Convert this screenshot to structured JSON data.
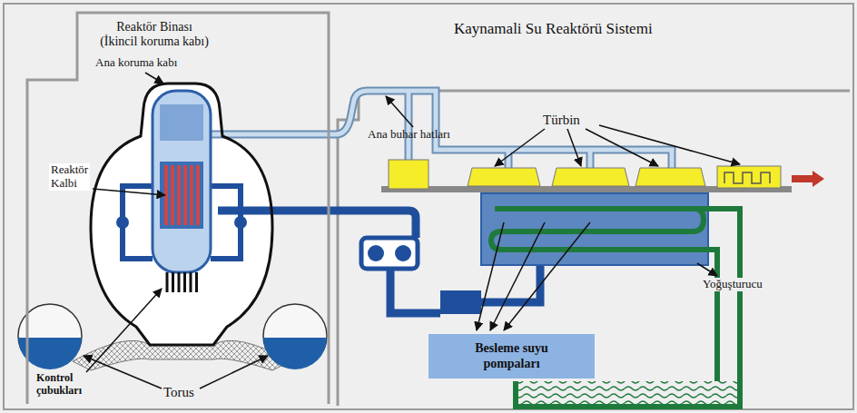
{
  "diagram": {
    "title": "Kaynamali Su Reaktörü Sistemi",
    "nodes": [
      {
        "text": [
          "Reaktör Binası",
          "(İkincil koruma kabı)"
        ]
      },
      {
        "text": [
          "Ana koruma kabı"
        ],
        "in": 0
      },
      {
        "text": [
          "Besleme suyu pompaları"
        ]
      }
    ],
    "labels": [
      "Ana buhar hatları",
      "Türbin",
      "Reaktör Kalbi",
      "Yoğuşturucu",
      "Kontrol çubukları",
      "Torus"
    ]
  }
}
